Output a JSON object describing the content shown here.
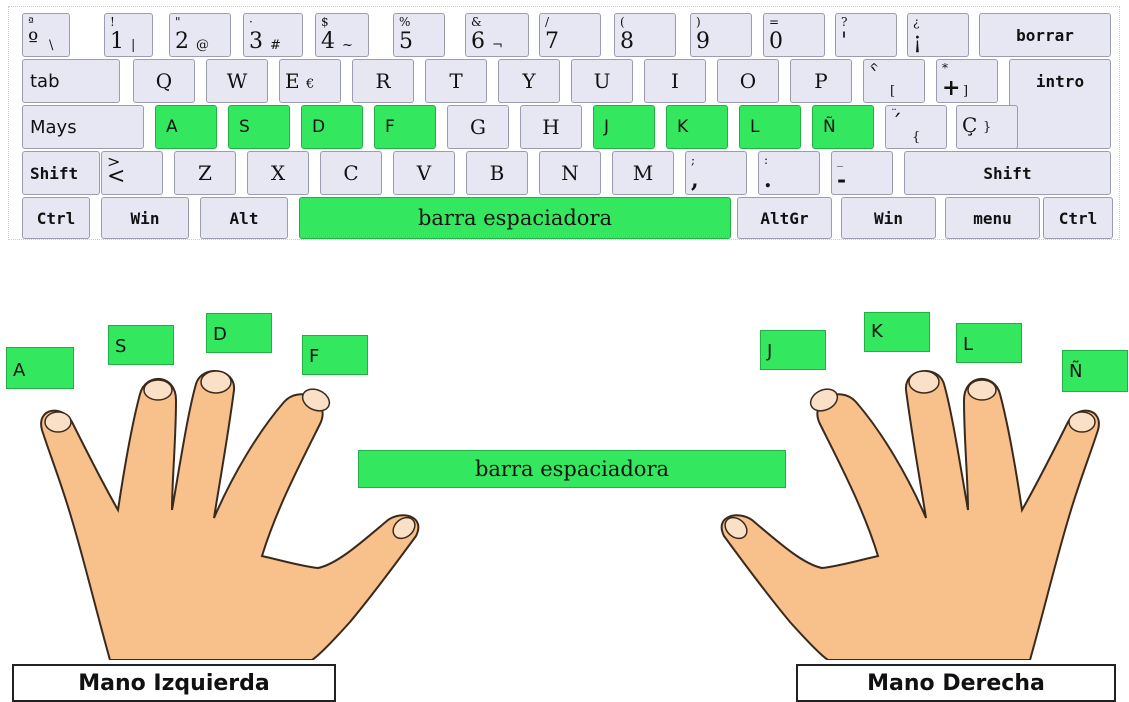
{
  "colors": {
    "highlight": "#33e85e",
    "key_bg": "#e7e7f3",
    "skin": "#f8c08a"
  },
  "keyboard": {
    "row1": [
      {
        "top": "ª",
        "main": "º",
        "alt": "\\"
      },
      {
        "top": "!",
        "main": "1",
        "alt": "|"
      },
      {
        "top": "\"",
        "main": "2",
        "alt": "@"
      },
      {
        "top": "·",
        "main": "3",
        "alt": "#"
      },
      {
        "top": "$",
        "main": "4",
        "alt": "~"
      },
      {
        "top": "%",
        "main": "5",
        "alt": ""
      },
      {
        "top": "&",
        "main": "6",
        "alt": "¬"
      },
      {
        "top": "/",
        "main": "7",
        "alt": ""
      },
      {
        "top": "(",
        "main": "8",
        "alt": ""
      },
      {
        "top": ")",
        "main": "9",
        "alt": ""
      },
      {
        "top": "=",
        "main": "0",
        "alt": ""
      },
      {
        "top": "?",
        "main": "'",
        "alt": ""
      },
      {
        "top": "¿",
        "main": "¡",
        "alt": ""
      }
    ],
    "borrar": "borrar",
    "tab": "tab",
    "row2": [
      "Q",
      "W",
      "E",
      "R",
      "T",
      "Y",
      "U",
      "I",
      "O",
      "P"
    ],
    "e_alt": "€",
    "row2_extra": [
      {
        "top": "^",
        "main": "`",
        "alt": "["
      },
      {
        "top": "*",
        "main": "+",
        "alt": "]"
      }
    ],
    "intro": "intro",
    "mays": "Mays",
    "row3": [
      "A",
      "S",
      "D",
      "F",
      "G",
      "H",
      "J",
      "K",
      "L",
      "Ñ"
    ],
    "row3_extra": [
      {
        "top": "¨",
        "main": "´",
        "alt": "{"
      },
      {
        "top": "",
        "main": "Ç",
        "alt": "}"
      }
    ],
    "shift": "Shift",
    "row4_first": {
      "top": ">",
      "main": "<"
    },
    "row4": [
      "Z",
      "X",
      "C",
      "V",
      "B",
      "N",
      "M"
    ],
    "row4_extra": [
      {
        "top": ";",
        "main": ","
      },
      {
        "top": ":",
        "main": "."
      },
      {
        "top": "_",
        "main": "-"
      }
    ],
    "ctrl": "Ctrl",
    "win": "Win",
    "alt": "Alt",
    "space": "barra espaciadora",
    "altgr": "AltGr",
    "menu": "menu"
  },
  "fingers_left": [
    "A",
    "S",
    "D",
    "F"
  ],
  "fingers_right": [
    "J",
    "K",
    "L",
    "Ñ"
  ],
  "center_label": "barra espaciadora",
  "left_hand_label": "Mano Izquierda",
  "right_hand_label": "Mano Derecha"
}
